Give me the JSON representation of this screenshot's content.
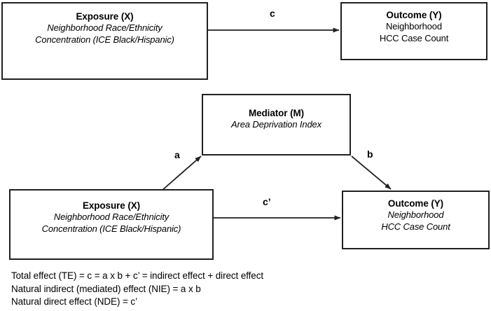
{
  "figure": {
    "type": "causal-mediation-diagram",
    "background_color": "#ffffff",
    "line_color": "#231f20"
  },
  "top_model": {
    "exposure": {
      "title": "Exposure (X)",
      "sub_line_1": "Neighborhood Race/Ethnicity",
      "sub_line_2": "Concentration (ICE Black/Hispanic)"
    },
    "outcome": {
      "title": "Outcome (Y)",
      "sub_line_1": "Neighborhood",
      "sub_line_2": "HCC Case Count"
    },
    "path_label": "c"
  },
  "bottom_model": {
    "mediator": {
      "title": "Mediator (M)",
      "sub_line_1": "Area Deprivation Index"
    },
    "exposure": {
      "title": "Exposure (X)",
      "sub_line_1": "Neighborhood Race/Ethnicity",
      "sub_line_2": "Concentration (ICE Black/Hispanic)"
    },
    "outcome": {
      "title": "Outcome (Y)",
      "sub_line_1": "Neighborhood",
      "sub_line_2": "HCC Case Count"
    },
    "path_label_a": "a",
    "path_label_b": "b",
    "path_label_c_prime": "c’"
  },
  "equations": {
    "line_1": "Total effect (TE) = c = a x b + c’ = indirect effect + direct effect",
    "line_2": "Natural indirect (mediated) effect (NIE) = a x b",
    "line_3": "Natural direct effect (NDE) = c’"
  }
}
